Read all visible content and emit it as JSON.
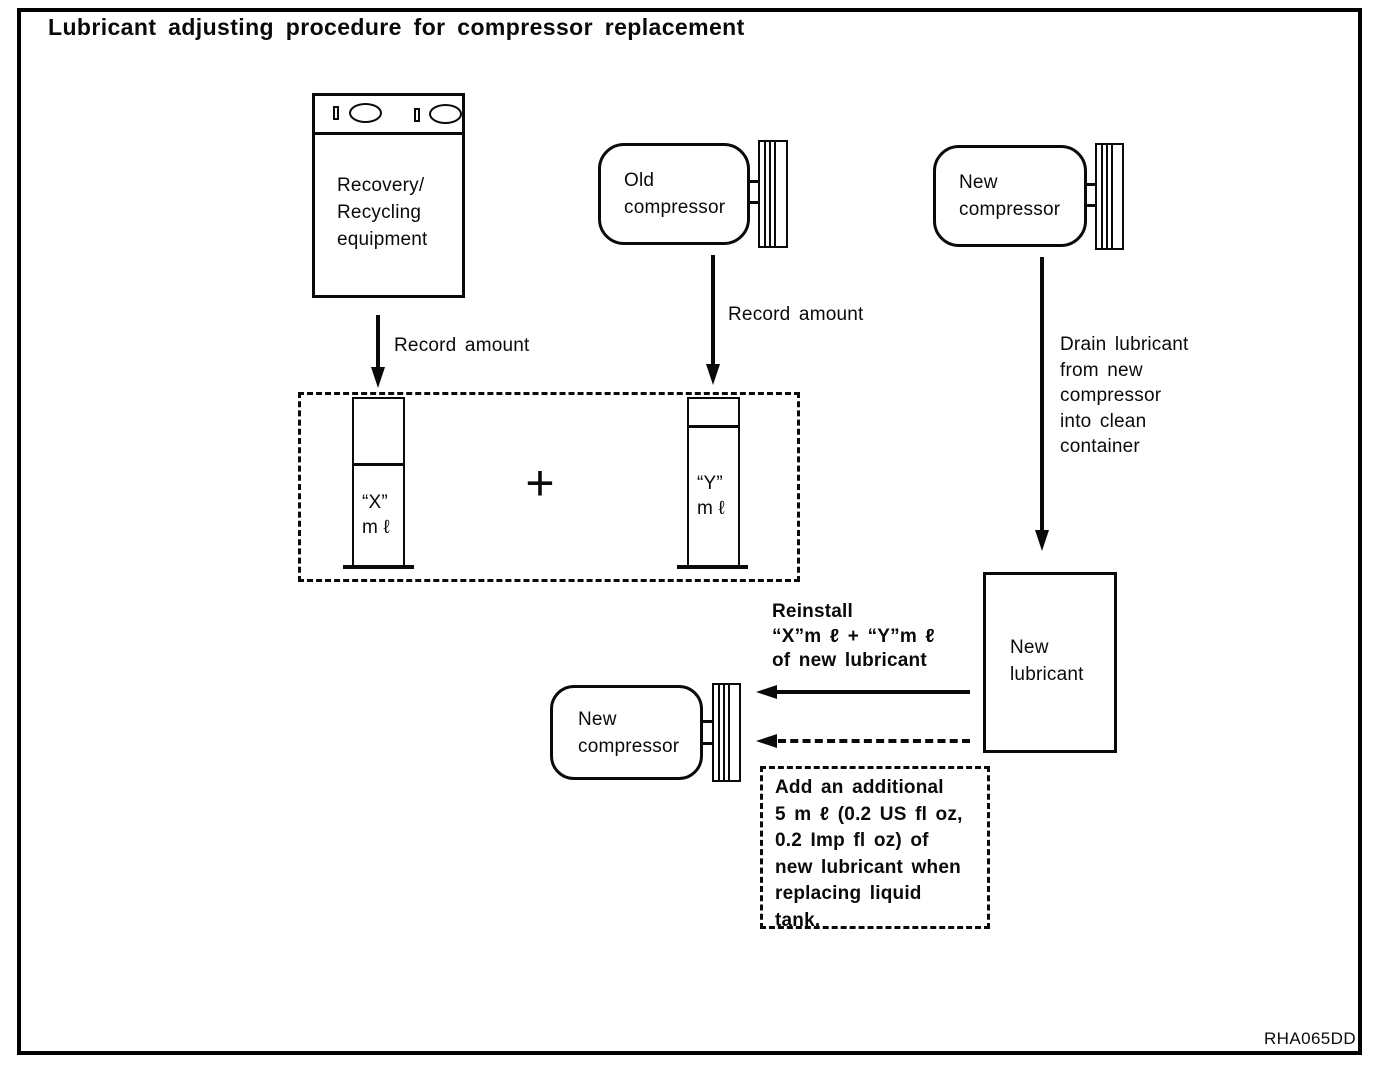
{
  "page": {
    "title": "Lubricant adjusting procedure for compressor replacement",
    "figure_code": "RHA065DD",
    "ink_color": "#000000",
    "paper_color": "#ffffff"
  },
  "nodes": {
    "recovery_equipment": {
      "label": "Recovery/\nRecycling\nequipment"
    },
    "old_compressor": {
      "label": "Old\ncompressor"
    },
    "new_compressor_top": {
      "label": "New\ncompressor"
    },
    "new_lubricant": {
      "label": "New\nlubricant"
    },
    "new_compressor_bottom": {
      "label": "New\ncompressor"
    }
  },
  "cylinders": {
    "x": {
      "label": "“X”\nm ℓ"
    },
    "y": {
      "label": "“Y”\nm ℓ"
    },
    "plus": "+"
  },
  "annotations": {
    "record_amount_left": "Record amount",
    "record_amount_right": "Record amount",
    "drain_note": "Drain lubricant\nfrom new\ncompressor\ninto clean\ncontainer",
    "reinstall_note": "Reinstall\n“X”m ℓ + “Y”m ℓ\nof new lubricant",
    "additional_note": "Add an additional\n5 m ℓ (0.2 US fl oz,\n0.2 Imp fl oz) of\nnew lubricant when\nreplacing liquid\ntank."
  }
}
